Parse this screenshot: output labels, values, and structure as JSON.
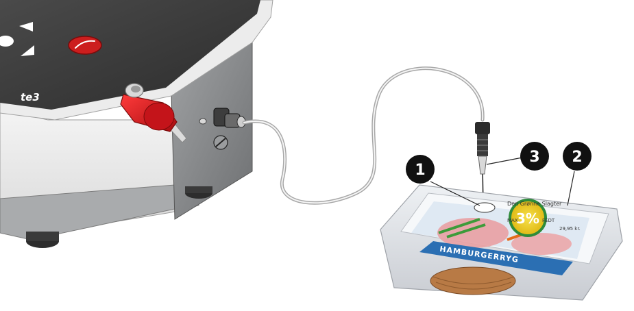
{
  "device": {
    "brand_text": "te3",
    "colors": {
      "top_panel": "#3a3a3a",
      "body_light": "#e4e4e4",
      "side_panel": "#8a8c8e",
      "valve_red": "#d8151b",
      "button_red": "#cc1e1e"
    }
  },
  "callouts": [
    {
      "label": "1",
      "color": "#111111"
    },
    {
      "label": "3",
      "color": "#111111"
    },
    {
      "label": "2",
      "color": "#111111"
    }
  ],
  "package": {
    "product_text": "HAMBURGERRYG",
    "brand_text": "Den Grønne Slagter",
    "badge_text": "3%",
    "badge_prefix": "MAX",
    "badge_suffix": "FEDT",
    "price_text": "29,95 kr.",
    "colors": {
      "label_blue": "#2b6fb3",
      "badge_green": "#2e8b3a",
      "badge_yellow": "#f1d320",
      "ham_pink": "#e9a0a3",
      "meat_brown": "#b87a45"
    }
  }
}
